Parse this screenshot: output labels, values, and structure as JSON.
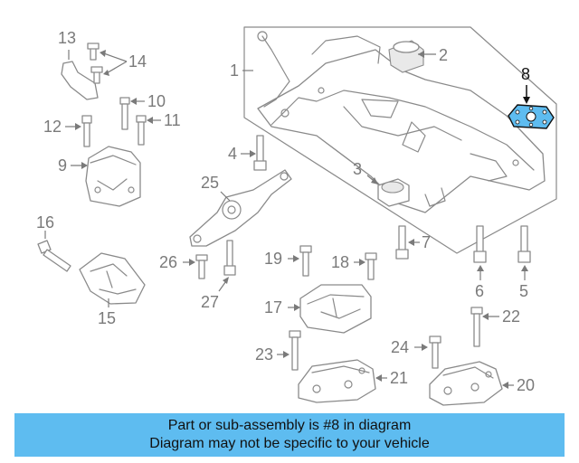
{
  "diagram": {
    "callouts": [
      "1",
      "2",
      "3",
      "4",
      "5",
      "6",
      "7",
      "8",
      "9",
      "10",
      "11",
      "12",
      "13",
      "14",
      "15",
      "16",
      "17",
      "18",
      "19",
      "20",
      "21",
      "22",
      "23",
      "24",
      "25",
      "26",
      "27"
    ],
    "highlighted": "8",
    "colors": {
      "part_stroke": "#8a8a8a",
      "callout": "#7a7a7a",
      "highlight_part": "#5ebcf0",
      "highlight_text": "#111111"
    }
  },
  "banner": {
    "line1": "Part or sub-assembly is #8 in diagram",
    "line2": "Diagram may not be specific to your vehicle",
    "background": "#5ebcf0"
  }
}
